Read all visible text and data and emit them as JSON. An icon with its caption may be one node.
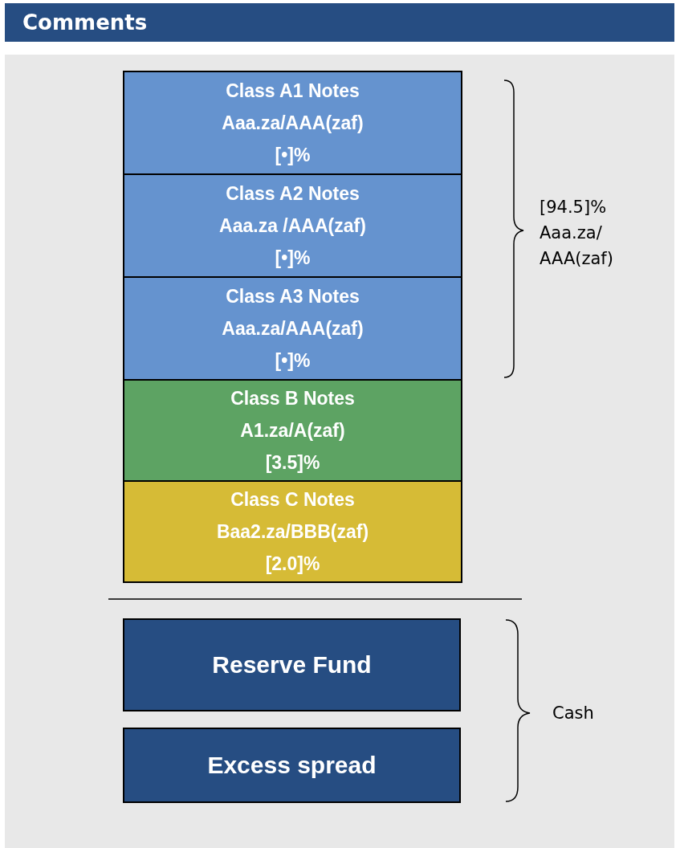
{
  "diagram": {
    "title": "Comments",
    "nodes": [
      {
        "text": [
          "Class A1 Notes",
          "Aaa.za/AAA(zaf)",
          "[•]%"
        ]
      },
      {
        "text": [
          "Class A2 Notes",
          "Aaa.za /AAA(zaf)",
          "[•]%"
        ]
      },
      {
        "text": [
          "Class A3 Notes",
          "Aaa.za/AAA(zaf)",
          "[•]%"
        ]
      },
      {
        "text": [
          "Class B Notes",
          "A1.za/A(zaf)",
          "[3.5]%"
        ]
      },
      {
        "text": [
          "Class C Notes",
          "Baa2.za/BBB(zaf)",
          "[2.0]%"
        ]
      },
      {
        "text": [
          "Reserve Fund"
        ]
      },
      {
        "text": [
          "Excess spread"
        ]
      }
    ],
    "edges": [],
    "labels": [
      "[94.5]% Aaa.za/ AAA(zaf)",
      "Cash"
    ]
  }
}
